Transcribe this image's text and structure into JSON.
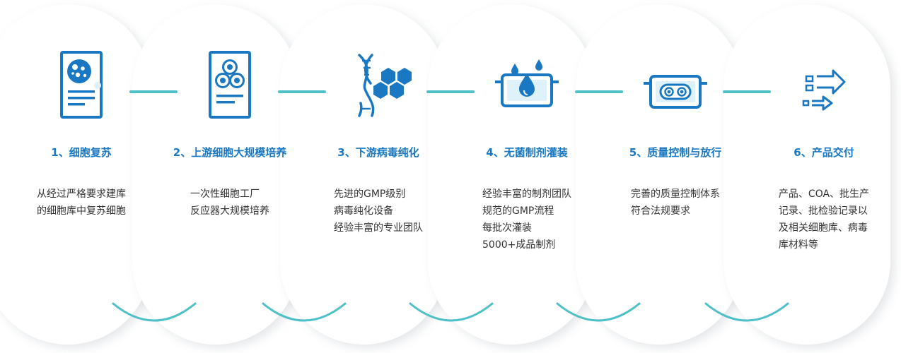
{
  "colors": {
    "accent_blue": "#1a78c2",
    "teal": "#4ec0c7",
    "text": "#333333",
    "light_blue": "#dff1fb"
  },
  "steps": [
    {
      "icon": "petri-dish-document-icon",
      "title": "1、细胞复苏",
      "desc": [
        "从经过严格要求建库",
        "的细胞库中复苏细胞"
      ]
    },
    {
      "icon": "cell-culture-document-icon",
      "title": "2、上游细胞大规模培养",
      "desc": [
        "一次性细胞工厂",
        "反应器大规模培养"
      ]
    },
    {
      "icon": "dna-hexagon-icon",
      "title": "3、下游病毒纯化",
      "desc": [
        "先进的GMP级别",
        "病毒纯化设备",
        "经验丰富的专业团队"
      ]
    },
    {
      "icon": "filling-droplet-icon",
      "title": "4、无菌制剂灌装",
      "desc": [
        "经验丰富的制剂团队",
        "规范的GMP流程",
        "每批次灌装",
        "5000+成品制剂"
      ]
    },
    {
      "icon": "quality-capsule-icon",
      "title": "5、质量控制与放行",
      "desc": [
        "完善的质量控制体系",
        "符合法规要求"
      ]
    },
    {
      "icon": "delivery-arrows-icon",
      "title": "6、产品交付",
      "desc": [
        "产品、COA、批生产",
        "记录、批检验记录以",
        "及相关细胞库、病毒",
        "库材料等"
      ]
    }
  ]
}
